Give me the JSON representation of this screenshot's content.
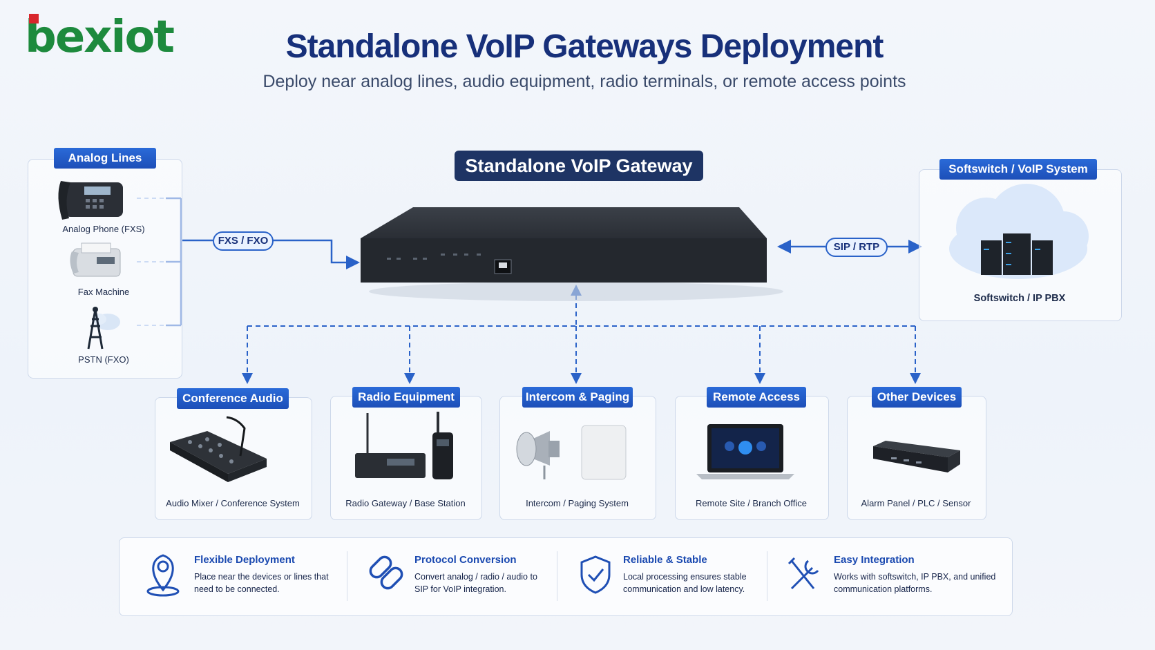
{
  "logo": {
    "text": "bexiot"
  },
  "header": {
    "title": "Standalone VoIP Gateways Deployment",
    "subtitle": "Deploy near analog lines, audio equipment, radio terminals, or remote access points"
  },
  "gateway": {
    "title": "Standalone VoIP Gateway"
  },
  "analog": {
    "title": "Analog Lines",
    "items": [
      {
        "label": "Analog Phone (FXS)",
        "icon": "phone-icon"
      },
      {
        "label": "Fax Machine",
        "icon": "fax-icon"
      },
      {
        "label": "PSTN (FXO)",
        "icon": "tower-icon"
      }
    ],
    "link_label": "FXS / FXO"
  },
  "softswitch": {
    "title": "Softswitch / VoIP System",
    "label": "Softswitch / IP PBX",
    "link_label": "SIP / RTP"
  },
  "devices": [
    {
      "title": "Conference Audio",
      "label": "Audio Mixer / Conference System",
      "icon": "mixer-icon"
    },
    {
      "title": "Radio Equipment",
      "label": "Radio Gateway / Base Station",
      "icon": "radio-icon"
    },
    {
      "title": "Intercom & Paging",
      "label": "Intercom / Paging System",
      "icon": "speaker-icon"
    },
    {
      "title": "Remote Access",
      "label": "Remote Site / Branch Office",
      "icon": "laptop-icon"
    },
    {
      "title": "Other Devices",
      "label": "Alarm Panel / PLC / Sensor",
      "icon": "device-icon"
    }
  ],
  "features": [
    {
      "title": "Flexible Deployment",
      "desc": "Place near the devices or lines that need to be connected.",
      "icon": "location-icon"
    },
    {
      "title": "Protocol Conversion",
      "desc": "Convert analog / radio / audio to SIP for VoIP integration.",
      "icon": "link-icon"
    },
    {
      "title": "Reliable & Stable",
      "desc": "Local processing ensures stable communication and low latency.",
      "icon": "shield-icon"
    },
    {
      "title": "Easy Integration",
      "desc": "Works with softswitch, IP PBX, and unified communication platforms.",
      "icon": "tools-icon"
    }
  ],
  "colors": {
    "accent": "#2a62c8",
    "title": "#17307a",
    "logo": "#1d8a3d",
    "logo_mark": "#d8262c",
    "gateway_tag": "#1e3464"
  }
}
